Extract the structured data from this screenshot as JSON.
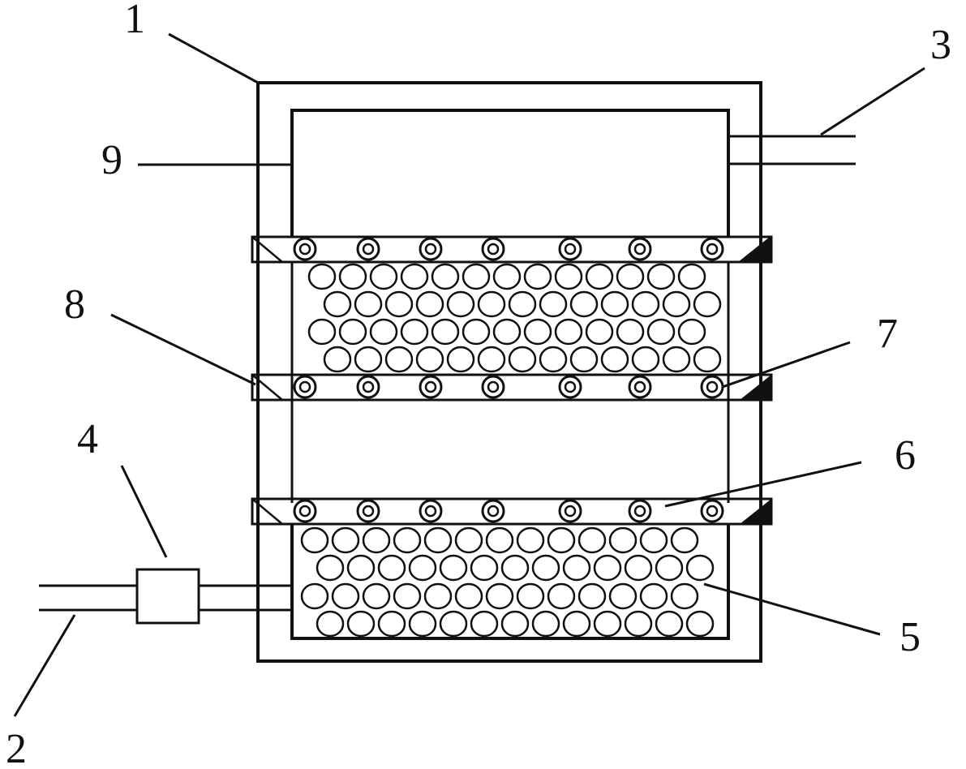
{
  "figure": {
    "callouts": [
      {
        "id": "1",
        "label": "1"
      },
      {
        "id": "2",
        "label": "2"
      },
      {
        "id": "3",
        "label": "3"
      },
      {
        "id": "4",
        "label": "4"
      },
      {
        "id": "5",
        "label": "5"
      },
      {
        "id": "6",
        "label": "6"
      },
      {
        "id": "7",
        "label": "7"
      },
      {
        "id": "8",
        "label": "8"
      },
      {
        "id": "9",
        "label": "9"
      }
    ]
  },
  "colors": {
    "line": "#111111",
    "background": "#ffffff"
  }
}
